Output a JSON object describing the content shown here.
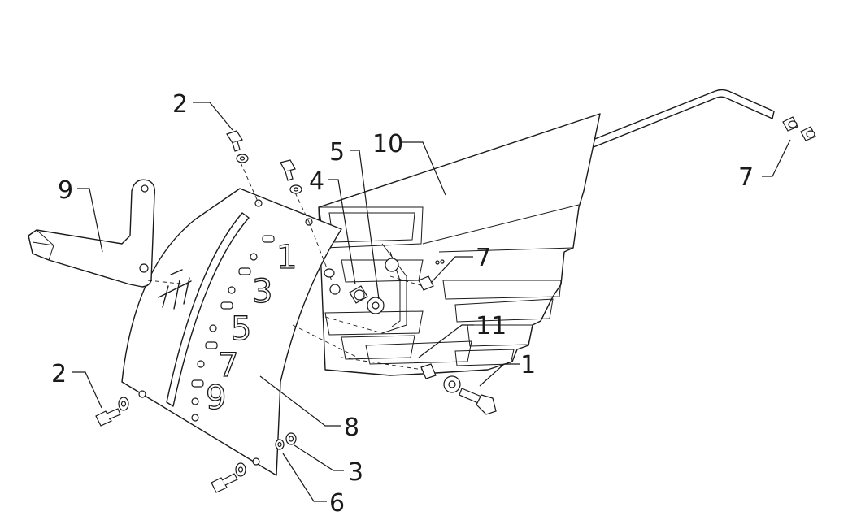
{
  "diagram": {
    "callouts": [
      {
        "id": "c2a",
        "label": "2"
      },
      {
        "id": "c9",
        "label": "9"
      },
      {
        "id": "c4",
        "label": "4"
      },
      {
        "id": "c5",
        "label": "5"
      },
      {
        "id": "c10",
        "label": "10"
      },
      {
        "id": "c7a",
        "label": "7"
      },
      {
        "id": "c7b",
        "label": "7"
      },
      {
        "id": "c11",
        "label": "11"
      },
      {
        "id": "c1",
        "label": "1"
      },
      {
        "id": "c2b",
        "label": "2"
      },
      {
        "id": "c8",
        "label": "8"
      },
      {
        "id": "c3",
        "label": "3"
      },
      {
        "id": "c6",
        "label": "6"
      }
    ],
    "gate_numbers": [
      "1",
      "3",
      "5",
      "7",
      "9"
    ]
  }
}
